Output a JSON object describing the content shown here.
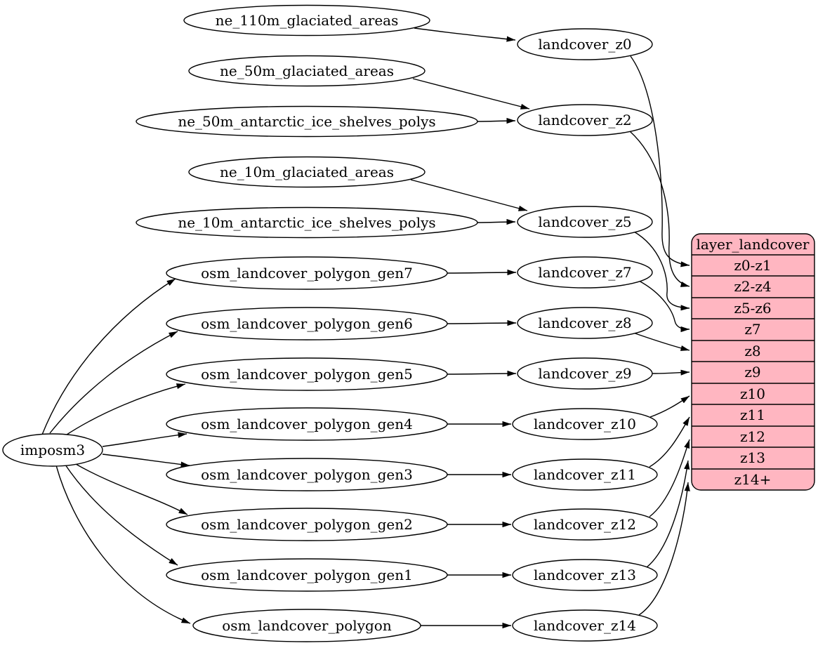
{
  "colors": {
    "background": "#ffffff",
    "node_fill": "#ffffff",
    "stroke": "#000000",
    "table_fill": "#ffb6c1"
  },
  "nodes": {
    "imposm3": {
      "label": "imposm3"
    },
    "ne_110m_glaciated_areas": {
      "label": "ne_110m_glaciated_areas"
    },
    "ne_50m_glaciated_areas": {
      "label": "ne_50m_glaciated_areas"
    },
    "ne_50m_antarctic_ice_shelves_polys": {
      "label": "ne_50m_antarctic_ice_shelves_polys"
    },
    "ne_10m_glaciated_areas": {
      "label": "ne_10m_glaciated_areas"
    },
    "ne_10m_antarctic_ice_shelves_polys": {
      "label": "ne_10m_antarctic_ice_shelves_polys"
    },
    "osm_landcover_polygon_gen7": {
      "label": "osm_landcover_polygon_gen7"
    },
    "osm_landcover_polygon_gen6": {
      "label": "osm_landcover_polygon_gen6"
    },
    "osm_landcover_polygon_gen5": {
      "label": "osm_landcover_polygon_gen5"
    },
    "osm_landcover_polygon_gen4": {
      "label": "osm_landcover_polygon_gen4"
    },
    "osm_landcover_polygon_gen3": {
      "label": "osm_landcover_polygon_gen3"
    },
    "osm_landcover_polygon_gen2": {
      "label": "osm_landcover_polygon_gen2"
    },
    "osm_landcover_polygon_gen1": {
      "label": "osm_landcover_polygon_gen1"
    },
    "osm_landcover_polygon": {
      "label": "osm_landcover_polygon"
    },
    "landcover_z0": {
      "label": "landcover_z0"
    },
    "landcover_z2": {
      "label": "landcover_z2"
    },
    "landcover_z5": {
      "label": "landcover_z5"
    },
    "landcover_z7": {
      "label": "landcover_z7"
    },
    "landcover_z8": {
      "label": "landcover_z8"
    },
    "landcover_z9": {
      "label": "landcover_z9"
    },
    "landcover_z10": {
      "label": "landcover_z10"
    },
    "landcover_z11": {
      "label": "landcover_z11"
    },
    "landcover_z12": {
      "label": "landcover_z12"
    },
    "landcover_z13": {
      "label": "landcover_z13"
    },
    "landcover_z14": {
      "label": "landcover_z14"
    }
  },
  "table": {
    "title": "layer_landcover",
    "rows": [
      "z0-z1",
      "z2-z4",
      "z5-z6",
      "z7",
      "z8",
      "z9",
      "z10",
      "z11",
      "z12",
      "z13",
      "z14+"
    ]
  },
  "edges": [
    {
      "from": "imposm3",
      "to": "osm_landcover_polygon_gen7"
    },
    {
      "from": "imposm3",
      "to": "osm_landcover_polygon_gen6"
    },
    {
      "from": "imposm3",
      "to": "osm_landcover_polygon_gen5"
    },
    {
      "from": "imposm3",
      "to": "osm_landcover_polygon_gen4"
    },
    {
      "from": "imposm3",
      "to": "osm_landcover_polygon_gen3"
    },
    {
      "from": "imposm3",
      "to": "osm_landcover_polygon_gen2"
    },
    {
      "from": "imposm3",
      "to": "osm_landcover_polygon_gen1"
    },
    {
      "from": "imposm3",
      "to": "osm_landcover_polygon"
    },
    {
      "from": "ne_110m_glaciated_areas",
      "to": "landcover_z0"
    },
    {
      "from": "ne_50m_glaciated_areas",
      "to": "landcover_z2"
    },
    {
      "from": "ne_50m_antarctic_ice_shelves_polys",
      "to": "landcover_z2"
    },
    {
      "from": "ne_10m_glaciated_areas",
      "to": "landcover_z5"
    },
    {
      "from": "ne_10m_antarctic_ice_shelves_polys",
      "to": "landcover_z5"
    },
    {
      "from": "osm_landcover_polygon_gen7",
      "to": "landcover_z7"
    },
    {
      "from": "osm_landcover_polygon_gen6",
      "to": "landcover_z8"
    },
    {
      "from": "osm_landcover_polygon_gen5",
      "to": "landcover_z9"
    },
    {
      "from": "osm_landcover_polygon_gen4",
      "to": "landcover_z10"
    },
    {
      "from": "osm_landcover_polygon_gen3",
      "to": "landcover_z11"
    },
    {
      "from": "osm_landcover_polygon_gen2",
      "to": "landcover_z12"
    },
    {
      "from": "osm_landcover_polygon_gen1",
      "to": "landcover_z13"
    },
    {
      "from": "osm_landcover_polygon",
      "to": "landcover_z14"
    },
    {
      "from": "landcover_z0",
      "to": "layer_landcover.z0-z1"
    },
    {
      "from": "landcover_z2",
      "to": "layer_landcover.z2-z4"
    },
    {
      "from": "landcover_z5",
      "to": "layer_landcover.z5-z6"
    },
    {
      "from": "landcover_z7",
      "to": "layer_landcover.z7"
    },
    {
      "from": "landcover_z8",
      "to": "layer_landcover.z8"
    },
    {
      "from": "landcover_z9",
      "to": "layer_landcover.z9"
    },
    {
      "from": "landcover_z10",
      "to": "layer_landcover.z10"
    },
    {
      "from": "landcover_z11",
      "to": "layer_landcover.z11"
    },
    {
      "from": "landcover_z12",
      "to": "layer_landcover.z12"
    },
    {
      "from": "landcover_z13",
      "to": "layer_landcover.z13"
    },
    {
      "from": "landcover_z14",
      "to": "layer_landcover.z14+"
    }
  ]
}
